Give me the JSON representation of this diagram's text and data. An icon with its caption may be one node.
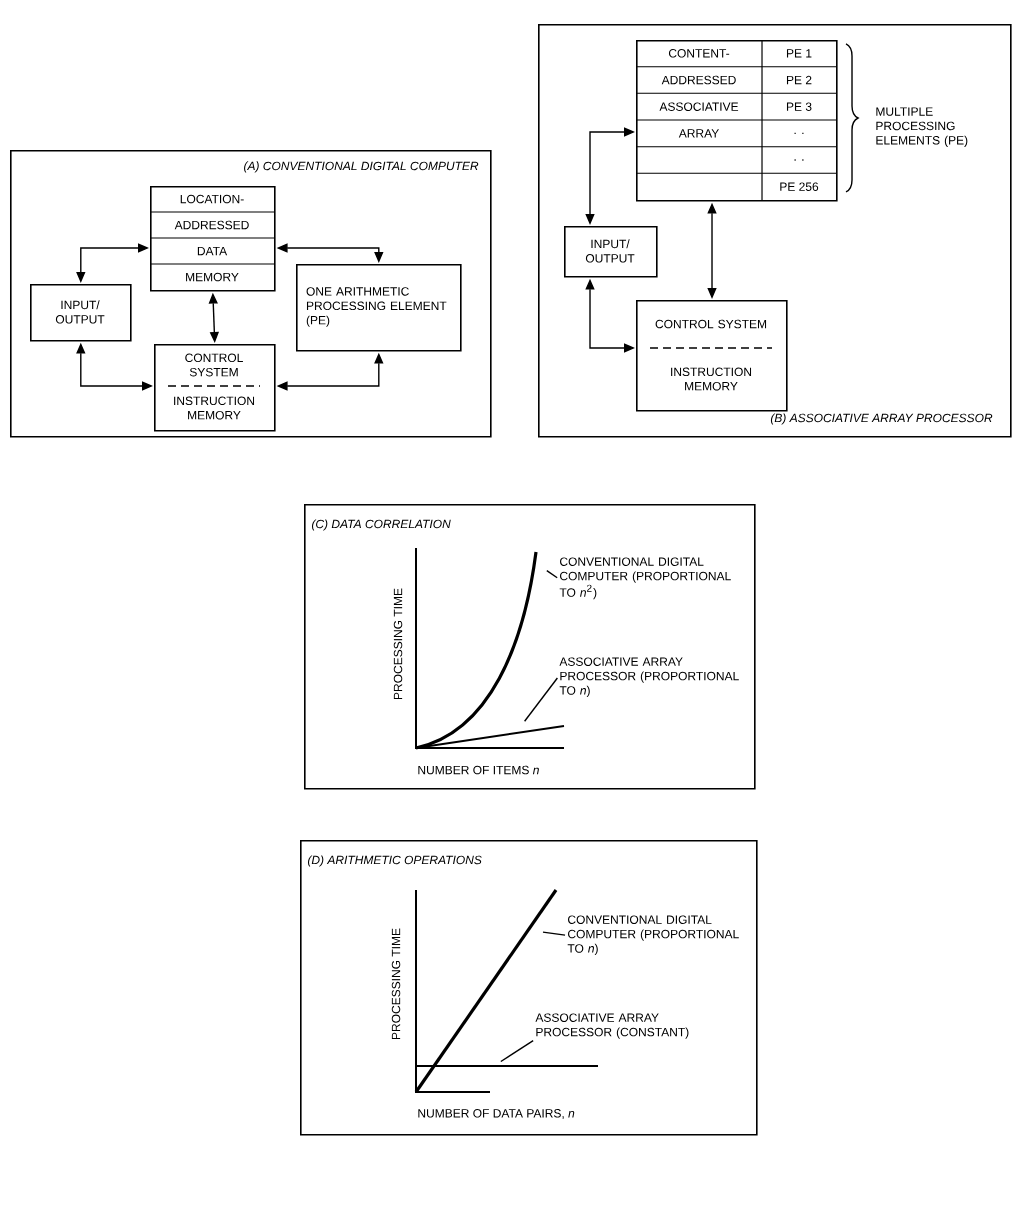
{
  "diagram": {
    "nodes": [
      {
        "text": [
          "(A) CONVENTIONAL DIGITAL COMPUTER"
        ]
      },
      {
        "text": [
          "LOCATION-",
          "ADDRESSED",
          "DATA",
          "MEMORY"
        ],
        "in": 0
      },
      {
        "text": [
          "INPUT/ OUTPUT"
        ],
        "in": 0
      },
      {
        "text": [
          "ONE ARITHMETIC PROCESSING ELEMENT (PE)"
        ],
        "in": 0
      },
      {
        "text": [
          "CONTROL SYSTEM",
          "INSTRUCTION MEMORY"
        ],
        "in": 0
      },
      {
        "text": [
          "(B) ASSOCIATIVE ARRAY PROCESSOR"
        ]
      },
      {
        "text": [
          "CONTENT-",
          "ADDRESSED",
          "ASSOCIATIVE",
          "ARRAY",
          "PE 1",
          "PE 2",
          "PE 3",
          ". .",
          ". .",
          "PE 256"
        ],
        "in": 5,
        "beside": [
          "MULTIPLE PROCESSING ELEMENTS (PE)"
        ]
      },
      {
        "text": [
          "INPUT/ OUTPUT"
        ],
        "in": 5
      },
      {
        "text": [
          "CONTROL SYSTEM",
          "INSTRUCTION MEMORY"
        ],
        "in": 5
      },
      {
        "text": [
          "(C) DATA CORRELATION"
        ]
      },
      {
        "text": [
          "CONVENTIONAL DIGITAL COMPUTER (PROPORTIONAL TO *n*$^{2}$)"
        ],
        "in": 9
      },
      {
        "text": [
          "ASSOCIATIVE ARRAY PROCESSOR (PROPORTIONAL TO *n*)"
        ],
        "in": 9
      },
      {
        "text": [
          "(D) ARITHMETIC OPERATIONS"
        ]
      },
      {
        "text": [
          "CONVENTIONAL DIGITAL COMPUTER (PROPORTIONAL TO *n*)"
        ],
        "in": 12
      },
      {
        "text": [
          "ASSOCIATIVE ARRAY PROCESSOR (CONSTANT)"
        ],
        "in": 12
      }
    ],
    "edges": [
      {
        "from": 1,
        "to": 2,
        "arrow": "both"
      },
      {
        "from": 1,
        "to": 3,
        "arrow": "both"
      },
      {
        "from": 1,
        "to": 4,
        "arrow": "both"
      },
      {
        "from": 4,
        "to": 2,
        "arrow": "both"
      },
      {
        "from": 4,
        "to": 3,
        "arrow": "both"
      },
      {
        "from": 6,
        "to": 7,
        "arrow": "both"
      },
      {
        "from": 6,
        "to": 8,
        "arrow": "both"
      },
      {
        "from": 7,
        "to": 8,
        "arrow": "both"
      },
      {
        "from": 10,
        "to": null,
        "arrow": "none"
      },
      {
        "from": 11,
        "to": null,
        "arrow": "none"
      },
      {
        "from": 13,
        "to": null,
        "arrow": "none"
      },
      {
        "from": 14,
        "to": null,
        "arrow": "none"
      }
    ],
    "labels": [
      "PROCESSING TIME",
      "NUMBER OF ITEMS *n*",
      "PROCESSING TIME",
      "NUMBER OF DATA PAIRS, *n*"
    ]
  }
}
